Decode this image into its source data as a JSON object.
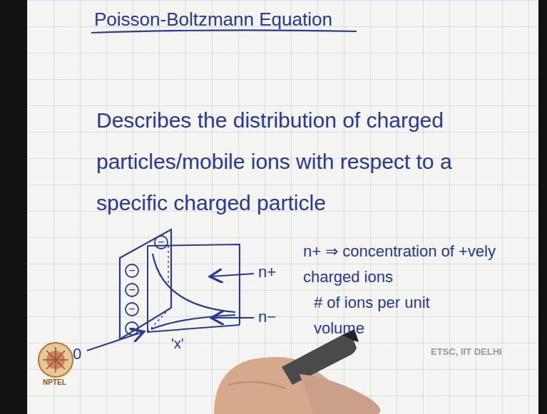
{
  "diagram": {
    "title": "Poisson-Boltzmann Equation",
    "labels": [
      "Describes the distribution of charged particles/mobile ions with respect to a specific charged particle",
      "−",
      "−",
      "−",
      "−",
      "−",
      "n+",
      "n−",
      "'x'",
      "0",
      "n+ ⇒ concentration of +vely charged ions",
      "# of ions per unit volume",
      "ETSC, IIT DELHI",
      "NPTEL"
    ]
  }
}
